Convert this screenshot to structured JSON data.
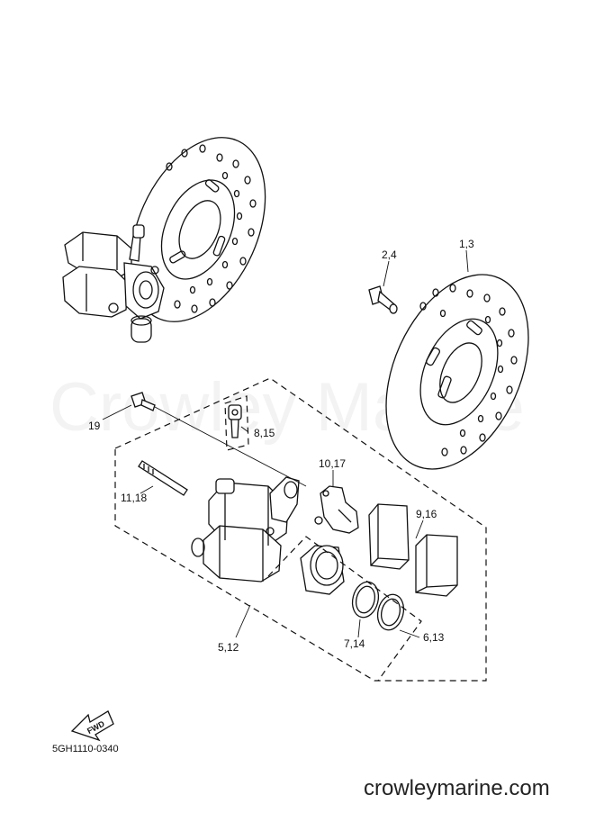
{
  "watermark": "Crowley Marine",
  "labels": {
    "part_1_3": "1,3",
    "part_2_4": "2,4",
    "part_19": "19",
    "part_8_15": "8,15",
    "part_11_18": "11,18",
    "part_10_17": "10,17",
    "part_9_16": "9,16",
    "part_5_12": "5,12",
    "part_7_14": "7,14",
    "part_6_13": "6,13"
  },
  "fwd_label": "FWD",
  "diagram_code": "5GH1110-0340",
  "site_url": "crowleymarine.com"
}
